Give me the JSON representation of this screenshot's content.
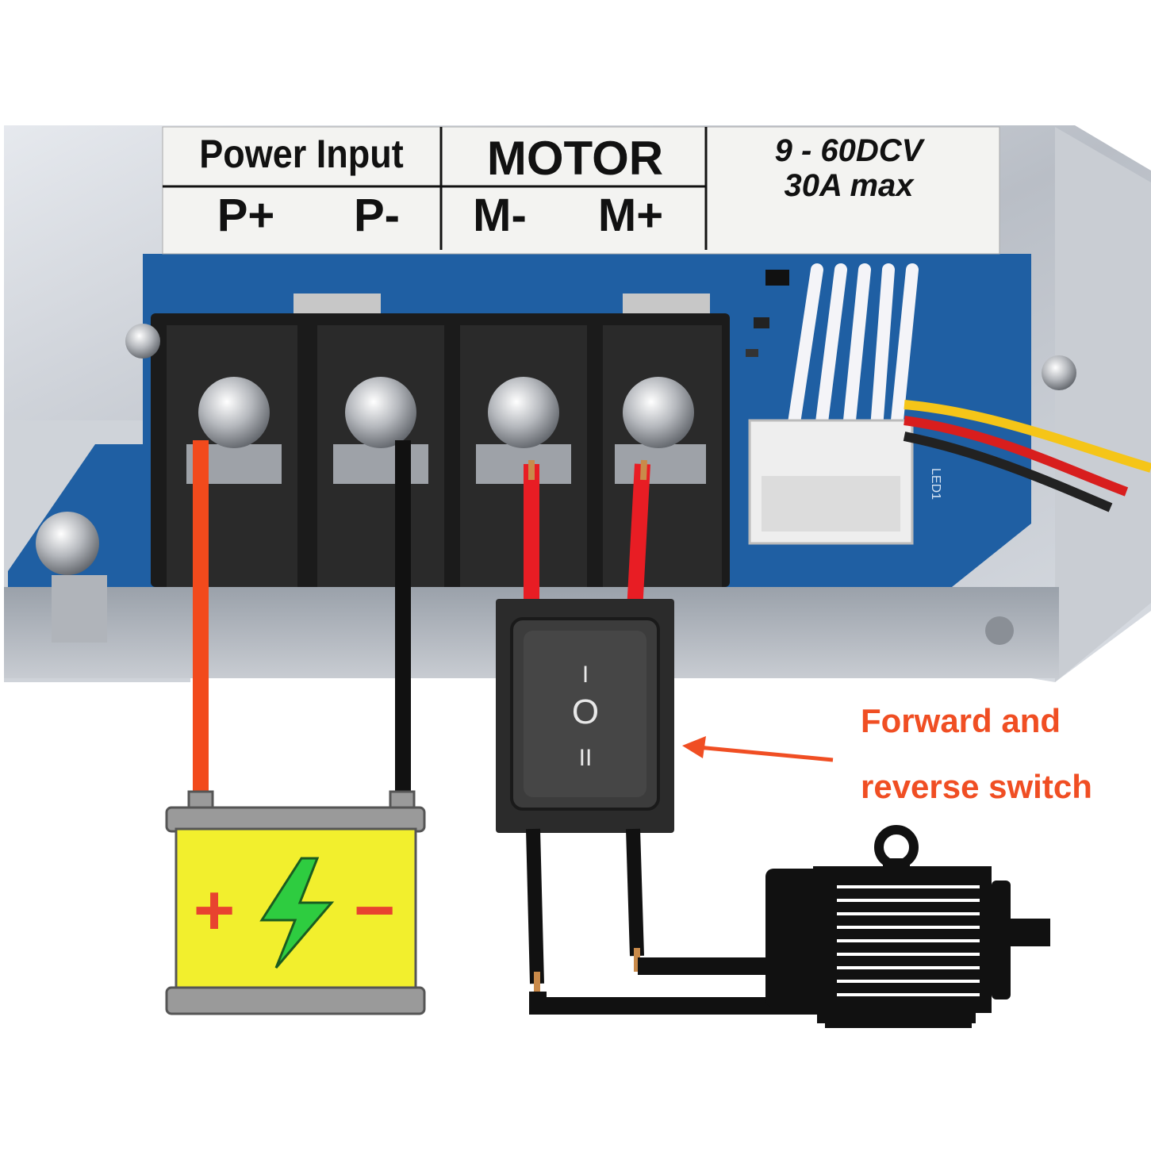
{
  "label": {
    "power_input": "Power Input",
    "motor": "MOTOR",
    "voltage": "9 - 60DCV",
    "current": "30A max",
    "p_plus": "P+",
    "p_minus": "P-",
    "m_minus": "M-",
    "m_plus": "M+"
  },
  "board": {
    "led_label": "LED1"
  },
  "switch": {
    "symbols": [
      "I",
      "O",
      "II"
    ]
  },
  "battery": {
    "plus": "+",
    "minus": "−"
  },
  "callout": {
    "line1": "Forward and",
    "line2": "reverse switch",
    "color": "#f04e23"
  },
  "colors": {
    "wire_positive": "#f24a1c",
    "wire_negative": "#111111",
    "battery_body": "#f2ef2d",
    "battery_bolt": "#2ecc40",
    "battery_sign": "#e8432f",
    "pcb": "#1f5fa3"
  }
}
